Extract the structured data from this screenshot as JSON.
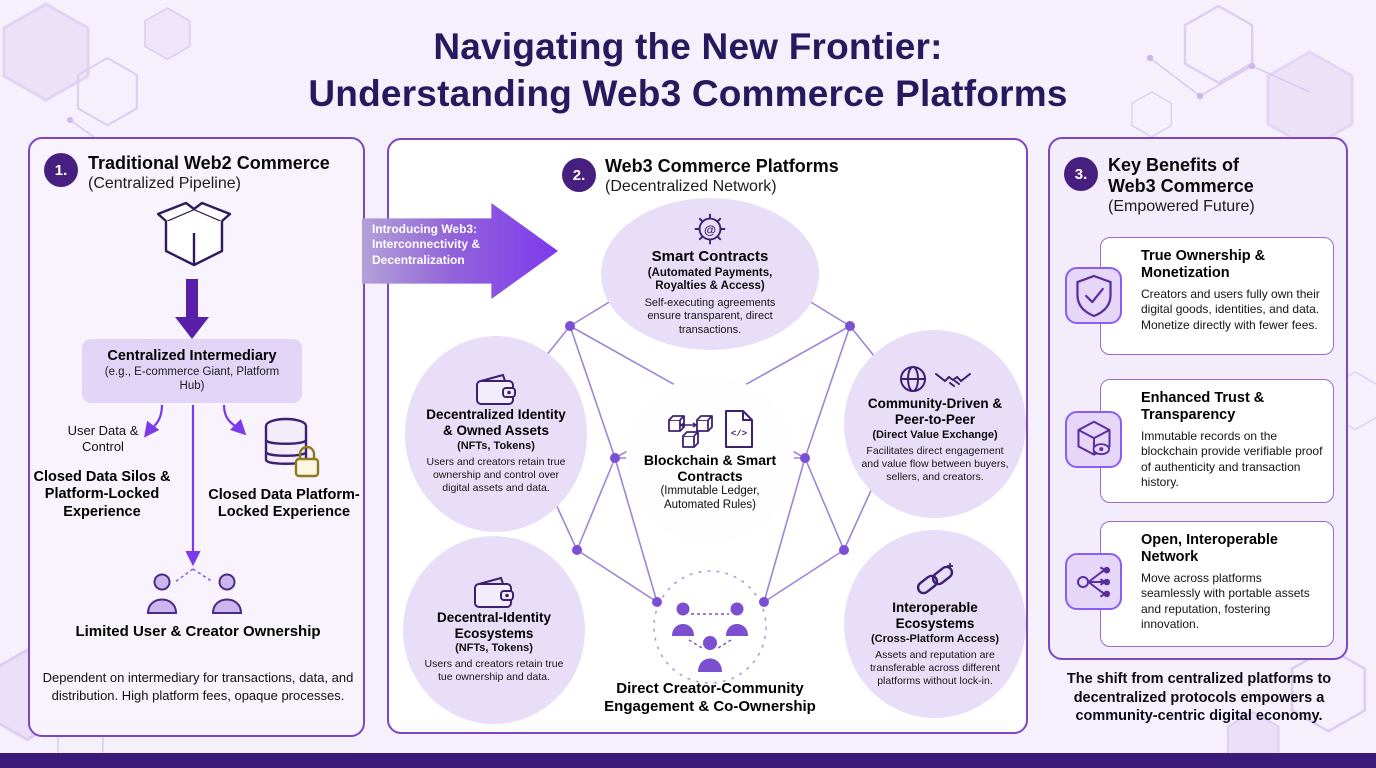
{
  "page": {
    "title_line1": "Navigating the New Frontier:",
    "title_line2": "Understanding Web3 Commerce Platforms"
  },
  "transition_arrow": {
    "label": "Introducing Web3: Interconnectivity & Decentralization"
  },
  "panel1": {
    "number": "1.",
    "title": "Traditional Web2 Commerce",
    "subtitle": "(Centralized Pipeline)",
    "intermediary_title": "Centralized Intermediary",
    "intermediary_subtitle": "(e.g., E-commerce Giant, Platform Hub)",
    "left_branch_label": "User Data & Control",
    "left_branch_bold": "Closed Data Silos & Platform-Locked Experience",
    "right_branch_bold": "Closed Data Platform-Locked Experience",
    "ownership_title": "Limited User & Creator Ownership",
    "footnote": "Dependent on intermediary for transactions, data, and distribution. High platform fees, opaque processes."
  },
  "panel2": {
    "number": "2.",
    "title": "Web3 Commerce Platforms",
    "subtitle": "(Decentralized Network)",
    "nodes": {
      "smart_contracts": {
        "title": "Smart Contracts",
        "subtitle": "(Automated Payments, Royalties & Access)",
        "body": "Self-executing agreements ensure transparent, direct transactions."
      },
      "decentralized_identity": {
        "title": "Decentralized Identity & Owned Assets",
        "subtitle": "(NFTs, Tokens)",
        "body": "Users and creators retain true ownership and control over digital assets and data."
      },
      "community_driven": {
        "title": "Community-Driven & Peer-to-Peer",
        "subtitle": "(Direct Value Exchange)",
        "body": "Facilitates direct engagement and value flow between buyers, sellers, and creators."
      },
      "blockchain_core": {
        "title": "Blockchain & Smart Contracts",
        "subtitle": "(Immutable Ledger, Automated Rules)"
      },
      "identity_ecosystems": {
        "title": "Decentral-Identity Ecosystems",
        "subtitle": "(NFTs, Tokens)",
        "body": "Users and creators retain true tue ownership and data."
      },
      "interoperable_ecosystems": {
        "title": "Interoperable Ecosystems",
        "subtitle": "(Cross-Platform Access)",
        "body": "Assets and reputation are transferable across different platforms without lock-in."
      },
      "engagement_caption": "Direct Creator-Community Engagement & Co-Ownership"
    }
  },
  "panel3": {
    "number": "3.",
    "title": "Key Benefits of Web3 Commerce",
    "subtitle": "(Empowered Future)",
    "cards": [
      {
        "title": "True Ownership & Monetization",
        "body": "Creators and users fully own their digital goods, identities, and data. Monetize directly with fewer fees."
      },
      {
        "title": "Enhanced Trust & Transparency",
        "body": "Immutable records on the blockchain provide verifiable proof of authenticity and transaction history."
      },
      {
        "title": "Open, Interoperable Network",
        "body": "Move across platforms seamlessly with portable assets and reputation, fostering innovation."
      }
    ],
    "conclusion": "The shift from centralized platforms to decentralized protocols empowers a community-centric digital economy."
  },
  "colors": {
    "background": "#f5f0fb",
    "title_text": "#261a5e",
    "panel_border": "#7e46c2",
    "badge": "#47207f",
    "arrow_accent": "#7c3aed",
    "node_fill": "#e9def8",
    "network_line": "#9a7ed8",
    "network_dot": "#7a4fd3",
    "bottom_bar": "#3a1c78"
  },
  "icons": {
    "package": "open-cardboard-box outline",
    "down_arrow": "thick solid arrow",
    "database_lock": "cylinder database + padlock",
    "user": "person silhouette",
    "gear_at": "gear with @ symbol",
    "wallet": "wallet with clasp",
    "globe_handshake": "globe + handshake",
    "cubes_doc": "linked cubes + code document",
    "chain_link": "interlocked chain links",
    "shield_check": "shield with checkmark",
    "cube_eye": "cube with eye",
    "hub_network": "hub and spoke nodes"
  }
}
